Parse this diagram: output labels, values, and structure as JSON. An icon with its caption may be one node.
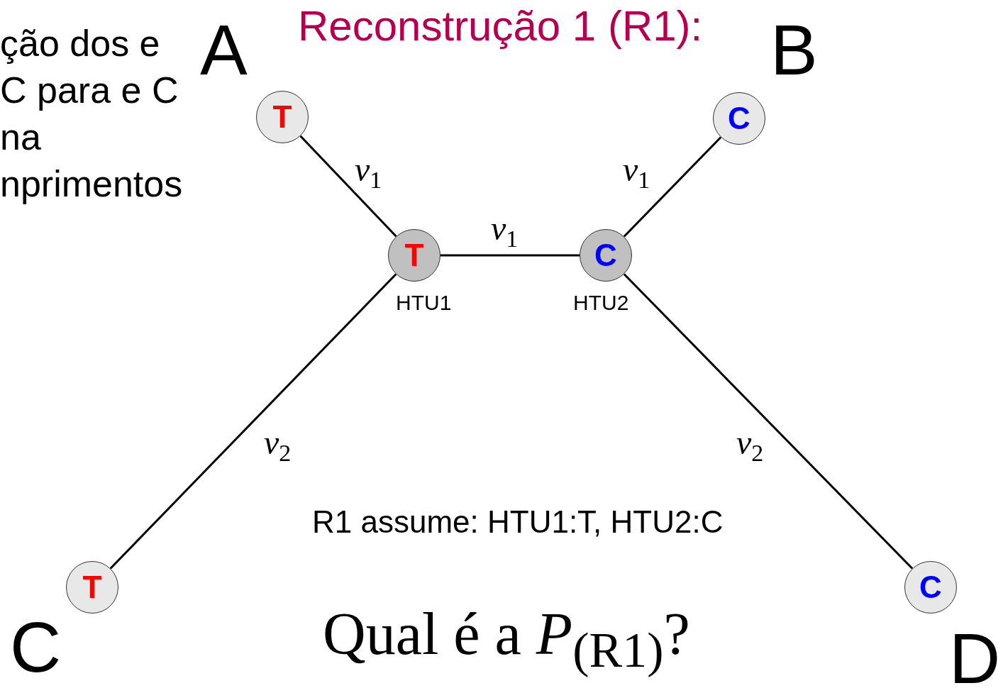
{
  "diagram": {
    "title": "Reconstrução 1 (R1):",
    "nodes": [
      {
        "text": [
          "T"
        ],
        "beside": [
          "A"
        ]
      },
      {
        "text": [
          "C"
        ],
        "beside": [
          "B"
        ]
      },
      {
        "text": [
          "T"
        ],
        "beside": [
          "HTU1"
        ]
      },
      {
        "text": [
          "C"
        ],
        "beside": [
          "HTU2"
        ]
      },
      {
        "text": [
          "T"
        ],
        "beside": [
          "C"
        ]
      },
      {
        "text": [
          "C"
        ],
        "beside": [
          "D"
        ]
      }
    ],
    "edges": [
      {
        "from": 0,
        "to": 2,
        "arrow": "none",
        "label": "*v*$_{1}$"
      },
      {
        "from": 3,
        "to": 1,
        "arrow": "none",
        "label": "*v*$_{1}$"
      },
      {
        "from": 2,
        "to": 3,
        "arrow": "none",
        "label": "*v*$_{1}$"
      },
      {
        "from": 4,
        "to": 2,
        "arrow": "none",
        "label": "*v*$_{2}$"
      },
      {
        "from": 3,
        "to": 5,
        "arrow": "none",
        "label": "*v*$_{2}$"
      }
    ],
    "labels": [
      "ção dos e C para e C na nprimentos",
      "R1 assume: HTU1:T, HTU2:C",
      "Qual é a *P*$_{(R1)}$?"
    ]
  }
}
